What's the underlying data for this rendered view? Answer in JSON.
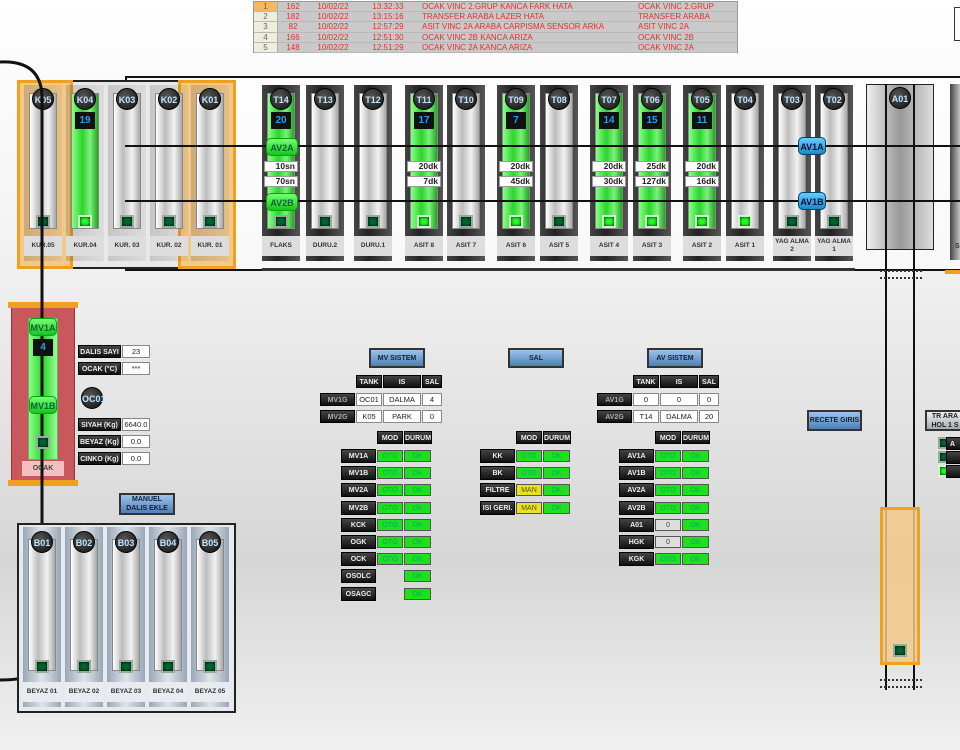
{
  "alarms": [
    {
      "idx": "1",
      "no": "162",
      "date": "10/02/22",
      "time": "13:32:33",
      "message": "OCAK VINC 2.GRUP KANCA FARK HATA",
      "source": "OCAK VINC 2.GRUP"
    },
    {
      "idx": "2",
      "no": "182",
      "date": "10/02/22",
      "time": "13:15:16",
      "message": "TRANSFER ARABA LAZER HATA",
      "source": "TRANSFER ARABA"
    },
    {
      "idx": "3",
      "no": "82",
      "date": "10/02/22",
      "time": "12:57:29",
      "message": "ASIT VINC 2A ARABA CARPISMA SENSOR ARKA",
      "source": "ASIT VINC 2A"
    },
    {
      "idx": "4",
      "no": "166",
      "date": "10/02/22",
      "time": "12:51:30",
      "message": "OCAK VINC 2B KANCA ARIZA",
      "source": "OCAK VINC 2B"
    },
    {
      "idx": "5",
      "no": "148",
      "date": "10/02/22",
      "time": "12:51:29",
      "message": "OCAK VINC 2A KANCA ARIZA",
      "source": "OCAK VINC 2A"
    }
  ],
  "tanks": [
    {
      "id": "K05",
      "label": "KUR.05",
      "on": false,
      "lamp": false
    },
    {
      "id": "K04",
      "label": "KUR.04",
      "on": true,
      "value": "19",
      "lamp": true
    },
    {
      "id": "K03",
      "label": "KUR. 03",
      "on": false,
      "lamp": false
    },
    {
      "id": "K02",
      "label": "KUR. 02",
      "on": false,
      "lamp": false
    },
    {
      "id": "K01",
      "label": "KUR. 01",
      "on": false,
      "lamp": false
    },
    {
      "id": "T14",
      "label": "FLAKS",
      "on": true,
      "value": "20",
      "t1": "10sn",
      "t2": "70sn",
      "lamp": false
    },
    {
      "id": "T13",
      "label": "DURU.2",
      "on": false,
      "lamp": false
    },
    {
      "id": "T12",
      "label": "DURU.1",
      "on": false,
      "lamp": false
    },
    {
      "id": "T11",
      "label": "ASIT 8",
      "on": true,
      "value": "17",
      "t1": "20dk",
      "t2": "7dk",
      "lamp": true
    },
    {
      "id": "T10",
      "label": "ASIT 7",
      "on": false,
      "lamp": false
    },
    {
      "id": "T09",
      "label": "ASIT 6",
      "on": true,
      "value": "7",
      "t1": "20dk",
      "t2": "45dk",
      "lamp": true
    },
    {
      "id": "T08",
      "label": "ASIT 5",
      "on": false,
      "lamp": false
    },
    {
      "id": "T07",
      "label": "ASIT 4",
      "on": true,
      "value": "14",
      "t1": "20dk",
      "t2": "30dk",
      "lamp": true
    },
    {
      "id": "T06",
      "label": "ASIT 3",
      "on": true,
      "value": "15",
      "t1": "25dk",
      "t2": "127dk",
      "lamp": true
    },
    {
      "id": "T05",
      "label": "ASIT 2",
      "on": true,
      "value": "11",
      "t1": "20dk",
      "t2": "16dk",
      "lamp": true
    },
    {
      "id": "T04",
      "label": "ASIT 1",
      "on": false,
      "lamp": true
    },
    {
      "id": "T03",
      "label": "YAG ALMA 2",
      "on": false,
      "lamp": false
    },
    {
      "id": "T02",
      "label": "YAG ALMA 1",
      "on": false,
      "lamp": false
    }
  ],
  "btanks": [
    {
      "id": "B01",
      "label": "BEYAZ 01"
    },
    {
      "id": "B02",
      "label": "BEYAZ 02"
    },
    {
      "id": "B03",
      "label": "BEYAZ 03"
    },
    {
      "id": "B04",
      "label": "BEYAZ 04"
    },
    {
      "id": "B05",
      "label": "BEYAZ 05"
    }
  ],
  "a01": "A01",
  "right_partial_label": "S",
  "cranes": {
    "av2a": "AV2A",
    "av2b": "AV2B",
    "av1a": "AV1A",
    "av1b": "AV1B",
    "mv1a": "MV1A",
    "mv1b": "MV1B"
  },
  "ocak": {
    "label": "OCAK",
    "value": "4",
    "station": "OC01",
    "info": [
      {
        "label": "DALIS SAYI",
        "value": "23"
      },
      {
        "label": "OCAK (°C)",
        "value": "***"
      },
      {
        "label": "SIYAH (Kg)",
        "value": "6640.0"
      },
      {
        "label": "BEYAZ (Kg)",
        "value": "0.0"
      },
      {
        "label": "CINKO (Kg)",
        "value": "0.0"
      }
    ]
  },
  "buttons": {
    "manuel": "MANUEL DALIS EKLE",
    "mv_sistem": "MV SISTEM",
    "sal": "SAL",
    "av_sistem": "AV SISTEM",
    "recete": "RECETE GIRIS",
    "tr_araba": "TR ARA HOL 1 S"
  },
  "headers": {
    "tank": "TANK",
    "is": "IS",
    "sal": "SAL",
    "mod": "MOD",
    "durum": "DURUM"
  },
  "mv_cranes": [
    {
      "name": "MV1G",
      "tank": "OC01",
      "is": "DALMA",
      "sal": "4"
    },
    {
      "name": "MV2G",
      "tank": "K05",
      "is": "PARK",
      "sal": "0"
    }
  ],
  "av_cranes": [
    {
      "name": "AV1G",
      "tank": "0",
      "is": "0",
      "sal": "0"
    },
    {
      "name": "AV2G",
      "tank": "T14",
      "is": "DALMA",
      "sal": "20"
    }
  ],
  "mv_status": [
    {
      "name": "MV1A",
      "mod": "OTO",
      "durum": "OK"
    },
    {
      "name": "MV1B",
      "mod": "OTO",
      "durum": "OK"
    },
    {
      "name": "MV2A",
      "mod": "OTO",
      "durum": "OK"
    },
    {
      "name": "MV2B",
      "mod": "OTO",
      "durum": "OK"
    },
    {
      "name": "KCK",
      "mod": "OTO",
      "durum": "OK"
    },
    {
      "name": "OGK",
      "mod": "OTO",
      "durum": "OK"
    },
    {
      "name": "OCK",
      "mod": "OTO",
      "durum": "OK"
    },
    {
      "name": "OSOLC",
      "mod": "",
      "durum": "OK"
    },
    {
      "name": "OSAGC",
      "mod": "",
      "durum": "OK"
    }
  ],
  "sal_status": [
    {
      "name": "KK",
      "mod": "OTO",
      "durum": "OK"
    },
    {
      "name": "BK",
      "mod": "OTO",
      "durum": "OK"
    },
    {
      "name": "FILTRE",
      "mod": "MAN",
      "durum": "OK"
    },
    {
      "name": "ISI GERI.",
      "mod": "MAN",
      "durum": "OK"
    }
  ],
  "av_status": [
    {
      "name": "AV1A",
      "mod": "OTO",
      "durum": "OK"
    },
    {
      "name": "AV1B",
      "mod": "OTO",
      "durum": "OK"
    },
    {
      "name": "AV2A",
      "mod": "OTO",
      "durum": "OK"
    },
    {
      "name": "AV2B",
      "mod": "OTO",
      "durum": "OK"
    },
    {
      "name": "A01",
      "mod": "0",
      "durum": "OK"
    },
    {
      "name": "HGK",
      "mod": "0",
      "durum": "OK"
    },
    {
      "name": "KGK",
      "mod": "OTO",
      "durum": "OK"
    }
  ],
  "tr_lamps": [
    {
      "label": "A",
      "lit": false
    },
    {
      "label": "",
      "lit": false
    },
    {
      "label": "",
      "lit": true
    }
  ],
  "colors": {
    "ok": "#1ee01e",
    "man": "#e8e020",
    "alarm_text": "#e03030",
    "highlight": "#f0a020"
  }
}
